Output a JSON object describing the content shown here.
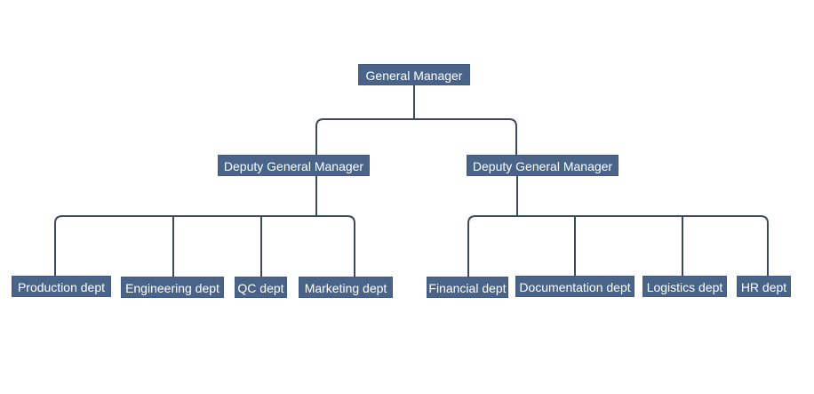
{
  "colors": {
    "box": "#4a6489",
    "text": "#ffffff",
    "line": "#3d4a5e"
  },
  "top": {
    "label": "General Manager"
  },
  "deputies": [
    {
      "label": "Deputy General Manager",
      "departments": [
        "Production dept",
        "Engineering dept",
        "QC dept",
        "Marketing dept"
      ]
    },
    {
      "label": "Deputy General Manager",
      "departments": [
        "Financial dept",
        "Documentation dept",
        "Logistics dept",
        "HR dept"
      ]
    }
  ]
}
